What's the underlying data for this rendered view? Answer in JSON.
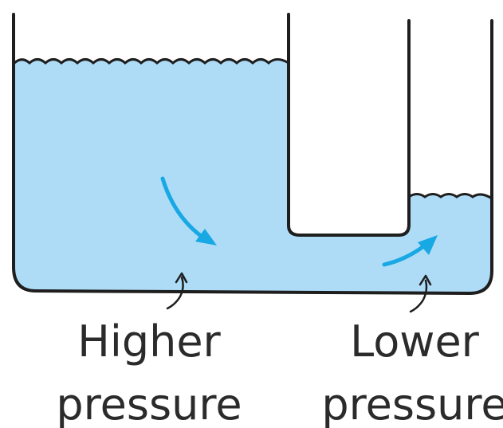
{
  "labels": {
    "left": {
      "line1": "Higher",
      "line2": "pressure"
    },
    "right": {
      "line1": "Lower",
      "line2": "pressure"
    }
  },
  "colors": {
    "water": "#aedcf7",
    "outline": "#1e1e1e",
    "flow_arrow": "#18a8e3",
    "background": "#ffffff"
  }
}
